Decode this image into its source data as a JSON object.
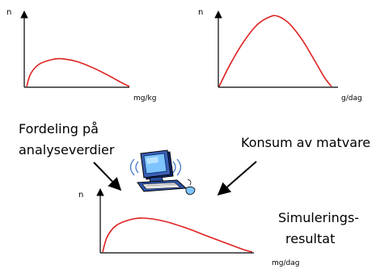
{
  "curve_color": "#e02020",
  "axis_color": "#000000",
  "plots": [
    {
      "id": "left",
      "y_label": "n",
      "x_label": "mg/kg",
      "curve": [
        [
          0,
          0
        ],
        [
          0.04,
          0.42
        ],
        [
          0.12,
          0.72
        ],
        [
          0.25,
          0.88
        ],
        [
          0.35,
          0.9
        ],
        [
          0.5,
          0.8
        ],
        [
          0.65,
          0.6
        ],
        [
          0.8,
          0.35
        ],
        [
          0.92,
          0.13
        ],
        [
          1,
          0
        ]
      ]
    },
    {
      "id": "right",
      "y_label": "n",
      "x_label": "g/dag",
      "curve": [
        [
          0,
          0
        ],
        [
          0.1,
          0.32
        ],
        [
          0.22,
          0.64
        ],
        [
          0.34,
          0.88
        ],
        [
          0.45,
          0.99
        ],
        [
          0.52,
          1.0
        ],
        [
          0.62,
          0.9
        ],
        [
          0.74,
          0.66
        ],
        [
          0.86,
          0.34
        ],
        [
          0.94,
          0.12
        ],
        [
          1,
          0
        ]
      ]
    },
    {
      "id": "bottom",
      "y_label": "n",
      "x_label": "mg/dag",
      "curve": [
        [
          0,
          0
        ],
        [
          0.03,
          0.45
        ],
        [
          0.09,
          0.78
        ],
        [
          0.18,
          0.95
        ],
        [
          0.27,
          1.0
        ],
        [
          0.4,
          0.92
        ],
        [
          0.55,
          0.72
        ],
        [
          0.7,
          0.47
        ],
        [
          0.85,
          0.22
        ],
        [
          0.95,
          0.06
        ],
        [
          1,
          0
        ]
      ]
    }
  ],
  "labels": {
    "dist_line1": "Fordeling på",
    "dist_line2": "analyseverdier",
    "consumption": "Konsum av matvare",
    "sim_line1": "Simulerings-",
    "sim_line2": "resultat"
  },
  "icons": {
    "computer": "computer-icon"
  }
}
